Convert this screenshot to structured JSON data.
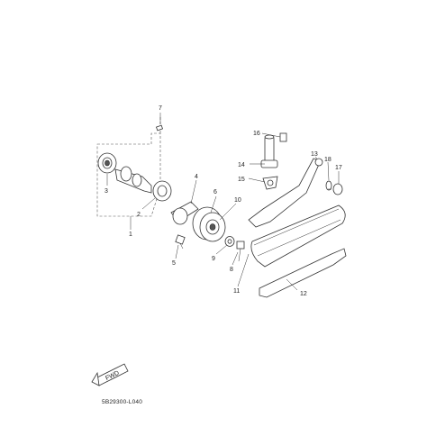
{
  "diagram": {
    "reference_code": "5B29300-L040",
    "fwd_label": "FWD",
    "callouts": [
      {
        "id": "1",
        "label": "1"
      },
      {
        "id": "2",
        "label": "2"
      },
      {
        "id": "3",
        "label": "3"
      },
      {
        "id": "4",
        "label": "4"
      },
      {
        "id": "5",
        "label": "5"
      },
      {
        "id": "6",
        "label": "6"
      },
      {
        "id": "7",
        "label": "7"
      },
      {
        "id": "8",
        "label": "8"
      },
      {
        "id": "9",
        "label": "9"
      },
      {
        "id": "10",
        "label": "10"
      },
      {
        "id": "11",
        "label": "11"
      },
      {
        "id": "12",
        "label": "12"
      },
      {
        "id": "13",
        "label": "13"
      },
      {
        "id": "14",
        "label": "14"
      },
      {
        "id": "15",
        "label": "15"
      },
      {
        "id": "16",
        "label": "16"
      },
      {
        "id": "17",
        "label": "17"
      },
      {
        "id": "18",
        "label": "18"
      }
    ]
  }
}
